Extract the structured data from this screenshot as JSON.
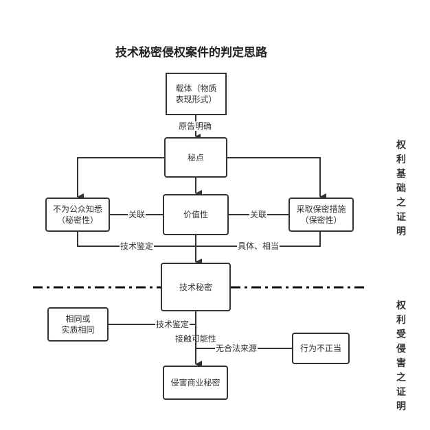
{
  "title": "技术秘密侵权案件的判定思路",
  "nodes": {
    "carrier": "载体（物质\n表现形式）",
    "secret_point": "秘点",
    "not_public": "不为公众知悉\n（秘密性）",
    "value": "价值性",
    "measures": "采取保密措施\n（保密性）",
    "tech_secret": "技术秘密",
    "same": "相同或\n实质相同",
    "improper": "行为不正当",
    "infringe": "侵害商业秘密"
  },
  "edge_labels": {
    "plaintiff_clear": "原告明确",
    "related_left": "关联",
    "related_right": "关联",
    "tech_appraisal_top": "技术鉴定",
    "specific_fit": "具体、相当",
    "tech_appraisal_bottom": "技术鉴定",
    "access": "接触可能性",
    "no_legal_source": "无合法来源"
  },
  "side_labels": {
    "rights_basis": "权利基础之证明",
    "rights_infringed": "权利受侵害之证明"
  }
}
